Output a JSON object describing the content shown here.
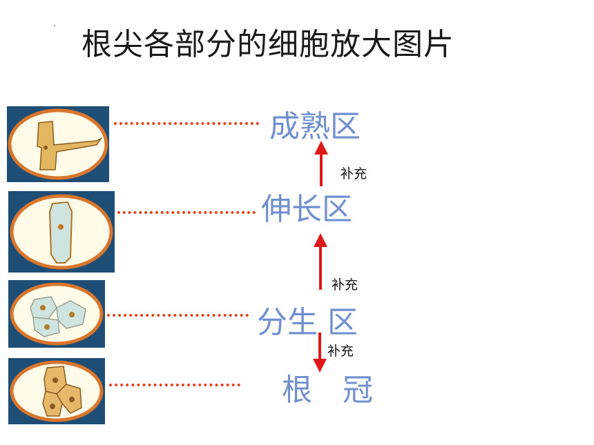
{
  "title": "根尖各部分的细胞放大图片",
  "zones": [
    {
      "label": "成熟区"
    },
    {
      "label": "伸长区"
    },
    {
      "label": "分生 区"
    },
    {
      "label": "根　冠"
    }
  ],
  "arrow_notes": [
    "补充",
    "补充",
    "补充"
  ],
  "colors": {
    "zone_text": "#6f8fd0",
    "leader": "#e8401c",
    "arrow": "#e01818",
    "panel_bg": "#1e4d75",
    "oval_rim": "#d9762c",
    "oval_fill": "#fffbe8"
  }
}
